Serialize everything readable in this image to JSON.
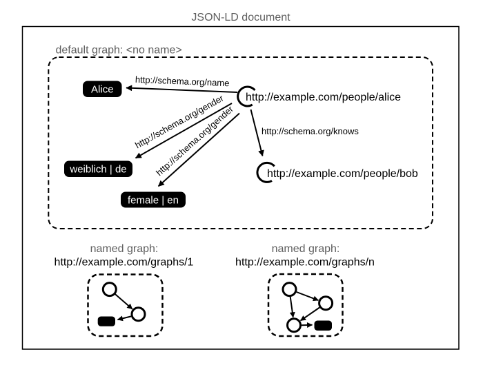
{
  "title": "JSON-LD document",
  "colors": {
    "ink": "#000000",
    "label_gray": "#5f5f5f",
    "background": "#ffffff",
    "literal_box_fill": "#000000",
    "literal_text": "#ffffff"
  },
  "default_graph": {
    "label": "default graph: <no name>",
    "nodes": {
      "alice_iri": "http://example.com/people/alice",
      "bob_iri": "http://example.com/people/bob"
    },
    "literals": {
      "name": "Alice",
      "gender_de": "weiblich | de",
      "gender_en": "female | en"
    },
    "edges": {
      "name": "http://schema.org/name",
      "gender_de": "http://schema.org/gender",
      "gender_en": "http://schema.org/gender",
      "knows": "http://schema.org/knows"
    }
  },
  "named_graphs": [
    {
      "label": "named graph:",
      "iri": "http://example.com/graphs/1"
    },
    {
      "label": "named graph:",
      "iri": "http://example.com/graphs/n"
    }
  ]
}
